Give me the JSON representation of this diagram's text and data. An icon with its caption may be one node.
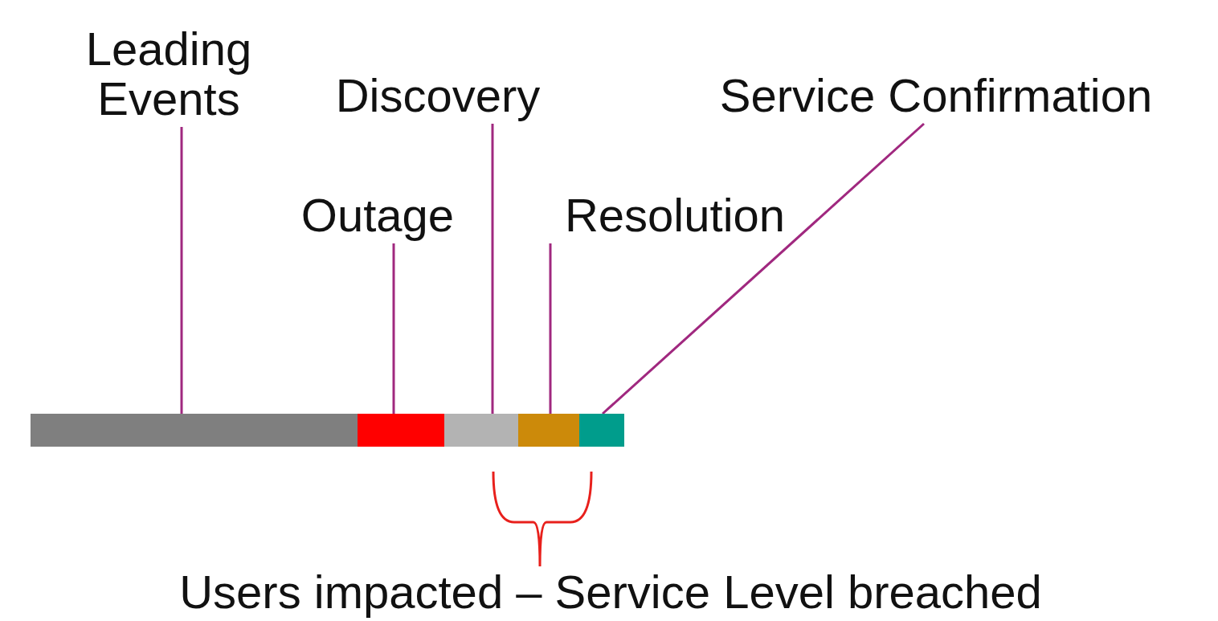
{
  "diagram": {
    "nodes": [
      {
        "text": [
          "Leading Events"
        ]
      },
      {
        "text": [
          "Discovery"
        ]
      },
      {
        "text": [
          "Service Confirmation"
        ]
      },
      {
        "text": [
          "Outage"
        ]
      },
      {
        "text": [
          "Resolution"
        ]
      },
      {
        "text": [],
        "shape": "bar"
      },
      {
        "text": [],
        "shape": "bar"
      },
      {
        "text": [],
        "shape": "bar"
      },
      {
        "text": [],
        "shape": "bar"
      },
      {
        "text": [],
        "shape": "bar"
      }
    ],
    "edges": [
      {
        "from": 0,
        "to": 5,
        "arrow": "none"
      },
      {
        "from": 1,
        "to": 7,
        "arrow": "none"
      },
      {
        "from": 2,
        "to": 9,
        "arrow": "none"
      },
      {
        "from": 3,
        "to": 6,
        "arrow": "none"
      },
      {
        "from": 4,
        "to": 8,
        "arrow": "none"
      }
    ],
    "labels": [
      "Users impacted – Service Level breached"
    ]
  }
}
